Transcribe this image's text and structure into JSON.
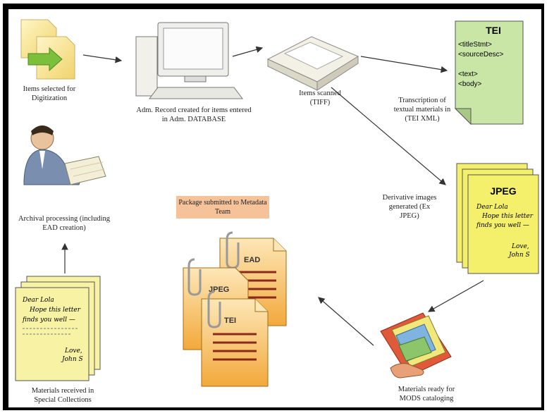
{
  "labels": {
    "items_selected": "Items selected for Digitization",
    "adm_record": "Adm. Record created for items entered in Adm. DATABASE",
    "items_scanned": "Items scanned (TIFF)",
    "transcription": "Transcription of textual materials in (TEI XML)",
    "derivative": "Derivative images generated (Ex JPEG)",
    "archival": "Archival processing (including EAD creation)",
    "package": "Package submitted to Metadata Team",
    "materials_received": "Materials received in Special Collections",
    "materials_ready": "Materials ready for MODS cataloging"
  },
  "tei_doc": {
    "title": "TEI",
    "lines": [
      "<titleStmt>",
      "<sourceDesc>",
      "<text>",
      "<body>"
    ]
  },
  "jpeg_doc": {
    "title": "JPEG",
    "lines": [
      "Dear Lola",
      "Hope this letter",
      "finds you well —",
      "Love,",
      "John S"
    ]
  },
  "letter_doc": {
    "lines": [
      "Dear Lola",
      "Hope this letter",
      "finds you well —",
      "Love,",
      "John S"
    ]
  },
  "package_docs": {
    "ead": "EAD",
    "jpeg": "JPEG",
    "tei": "TEI"
  },
  "colors": {
    "tei_green": "#c9e6a6",
    "jpeg_yellow": "#f5f06b",
    "letter_yellow": "#f8f2a4",
    "package_orange": "#f2a93b",
    "pkg_title_bg": "#f6c299"
  }
}
